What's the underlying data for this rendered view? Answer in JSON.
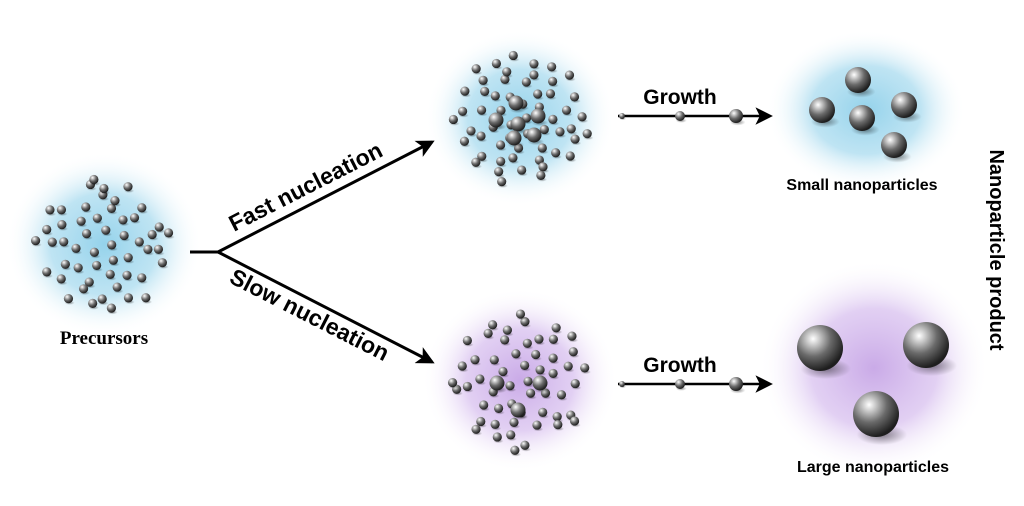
{
  "labels": {
    "precursors": "Precursors",
    "fast_nucleation": "Fast nucleation",
    "slow_nucleation": "Slow nucleation",
    "growth_top": "Growth",
    "growth_bottom": "Growth",
    "small_nanoparticles": "Small nanoparticles",
    "large_nanoparticles": "Large nanoparticles",
    "side_title": "Nanoparticle product"
  },
  "colors": {
    "blue_glow": "#8fd0ea",
    "purple_glow": "#c7a6e6",
    "particle": "#6e6e6e",
    "arrow": "#000000"
  },
  "icons": {
    "particle": "sphere-icon",
    "arrow": "arrow-icon"
  }
}
